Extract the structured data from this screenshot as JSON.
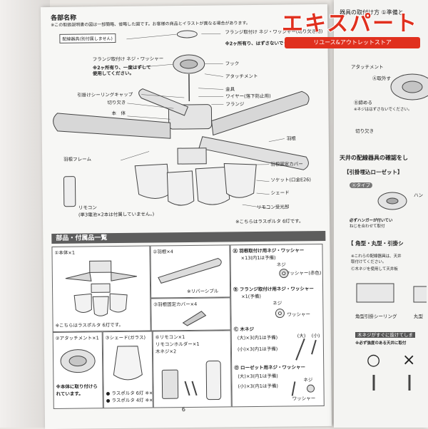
{
  "page_title": "各部名称",
  "page_note": "※この取扱説明書の図は一部簡略、省略した図です。お客様の商品とイラストが異なる場合があります。",
  "part_labels": {
    "haisen": "配線器具(別付属しません)",
    "flange_neji": "フランジ取付け\nネジ・ワッシャー(切り欠き用)",
    "flange_neji_note": "※2ヶ所有り、はずさないでください。",
    "flange_washer": "フランジ取付け\nネジ・ワッシャー",
    "flange_washer_note": "※2ヶ所有り、一度はずして使用してください。",
    "hook": "フック",
    "attachment": "アタッチメント",
    "hikikake": "引掛けシーリングキャップ",
    "kanagu": "金具",
    "kirikaki": "切り欠き",
    "wire": "ワイヤー(落下防止用)",
    "flange": "フランジ",
    "hontai": "本　体",
    "hane": "羽根",
    "hane_frame": "羽根フレーム",
    "hane_kotei": "羽根固定カバー",
    "socket": "ソケット(口金E26)",
    "shade": "シェード",
    "remocon": "リモコン",
    "remocon_note": "(単3電池×2本は付属していません。)",
    "receiver": "リモコン受光部",
    "ras_note": "※こちらはラスポルタ 6灯です。"
  },
  "parts_section_title": "部品・付属品一覧",
  "panels": {
    "p1": "①本体×1",
    "p1_note": "※こちらはラスポルタ 6灯です。",
    "p2": "②羽根×4",
    "p2_note": "※リバーシブル",
    "p3": "③羽根固定カバー×4",
    "p4": "②アタッチメント×1",
    "p4_note": "※本体に取り付けられています。",
    "p5": "③シェード(ガラス)",
    "p5_a": "● ラスポルタ 6灯 ※×6",
    "p5_b": "● ラスポルタ 4灯 ※×4",
    "p6": "⑥リモコン×1\nリモコンホルダー×1\n木ネジ×2",
    "p7": "Ⓐ 羽根取付け用ネジ・ワッシャー",
    "p7_sub": "×13(内1は予備)",
    "p7_neji": "ネジ",
    "p7_washer": "ワッシャー(赤色)",
    "p8": "Ⓑ フランジ取付け用ネジ・ワッシャー",
    "p8_sub": "×1(予備)",
    "p8_neji": "ネジ",
    "p8_washer": "ワッシャー",
    "p9": "Ⓒ 木ネジ",
    "p9_a": "(大)×3(内1は予備)",
    "p9_b": "(小)×3(内1は予備)",
    "p9_dai": "(大)",
    "p9_sho": "(小)",
    "p10": "Ⓓ ローゼット用ネジ・ワッシャー",
    "p10_a": "(大)×3(内1は予備)",
    "p10_b": "(小)×3(内1は予備)",
    "p10_neji": "ネジ",
    "p10_washer": "ワッシャー"
  },
  "page_number": "6",
  "logo": {
    "main": "エキスパート",
    "sub": "リユース&アウトレットストア"
  },
  "right_page": {
    "top": "器具の取付け方 ①準備と",
    "attachment": "アタッチメント",
    "torimasu": "Ⓐ取外す",
    "shime": "Ⓑ締める",
    "note": "※ネジははずさないでください。",
    "kirikaki": "切り欠き",
    "step2": "天井の配線器具の確認をし",
    "hikikake": "【引掛埋込ローゼット】",
    "a_type": "Ⓐタイプ",
    "hanger": "ハン",
    "hanger_note": "必ずハンガーが付いてい",
    "hanger_note2": "ねじを合わせて取付",
    "kakugata": "【 角型・丸型・引掛シ",
    "kakugata_note": "※これらの配線器具は、天井",
    "kakugata_note2": "取付けてください。",
    "kakugata_note3": "Ⓒ木ネジを使用して天井板",
    "kakugata_a": "角型引掛シーリング",
    "kakugata_b": "丸型",
    "kineji": "木ネジがすぐに抜けてしま",
    "kineji_note": "※必ず強度のある天井に取付",
    "maru": "○",
    "batsu": "×"
  }
}
